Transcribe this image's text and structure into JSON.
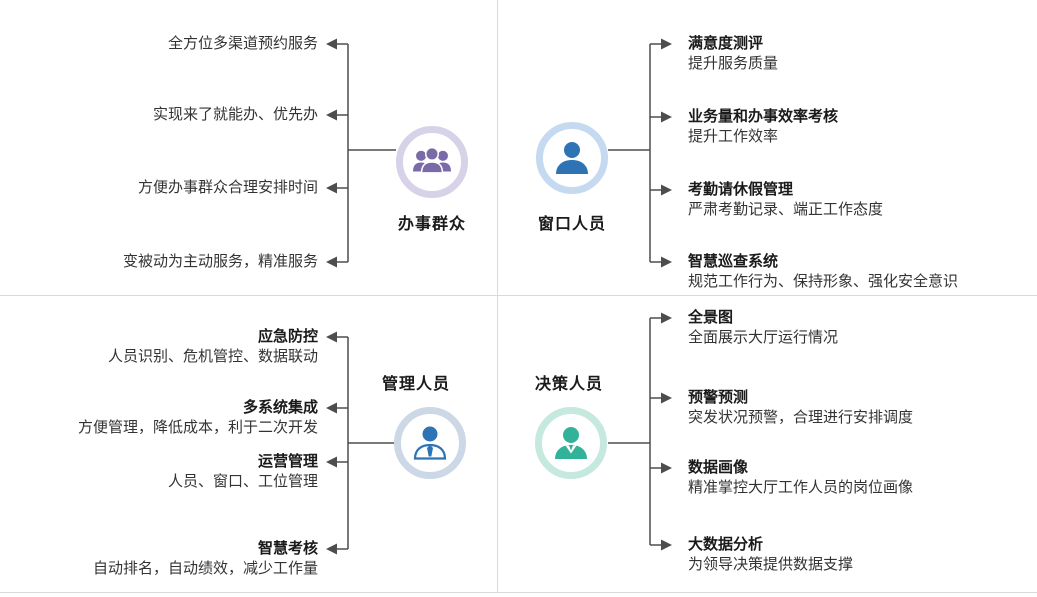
{
  "quadrants": {
    "public": {
      "label": "办事群众",
      "items": [
        {
          "title": "全方位多渠道预约服务"
        },
        {
          "title": "实现来了就能办、优先办"
        },
        {
          "title": "方便办事群众合理安排时间"
        },
        {
          "title": "变被动为主动服务，精准服务"
        }
      ]
    },
    "window": {
      "label": "窗口人员",
      "items": [
        {
          "title": "满意度测评",
          "desc": "提升服务质量"
        },
        {
          "title": "业务量和办事效率考核",
          "desc": "提升工作效率"
        },
        {
          "title": "考勤请休假管理",
          "desc": "严肃考勤记录、端正工作态度"
        },
        {
          "title": "智慧巡查系统",
          "desc": "规范工作行为、保持形象、强化安全意识"
        }
      ]
    },
    "management": {
      "label": "管理人员",
      "items": [
        {
          "title": "应急防控",
          "desc": "人员识别、危机管控、数据联动"
        },
        {
          "title": "多系统集成",
          "desc": "方便管理，降低成本，利于二次开发"
        },
        {
          "title": "运营管理",
          "desc": "人员、窗口、工位管理"
        },
        {
          "title": "智慧考核",
          "desc": "自动排名，自动绩效，减少工作量"
        }
      ]
    },
    "decision": {
      "label": "决策人员",
      "items": [
        {
          "title": "全景图",
          "desc": "全面展示大厅运行情况"
        },
        {
          "title": "预警预测",
          "desc": "突发状况预警，合理进行安排调度"
        },
        {
          "title": "数据画像",
          "desc": "精准掌控大厅工作人员的岗位画像"
        },
        {
          "title": "大数据分析",
          "desc": "为领导决策提供数据支撑"
        }
      ]
    }
  },
  "colors": {
    "public_icon": "#7a6aa8",
    "public_ring": "#d8d2e8",
    "window_icon": "#2e74b5",
    "window_ring": "#c5daf0",
    "management_icon": "#2e74b5",
    "management_ring": "#ccd8e6",
    "decision_icon": "#33b29a",
    "decision_ring": "#c5e8df",
    "connector": "#4d4d4d",
    "divider": "#d9d9d9"
  }
}
